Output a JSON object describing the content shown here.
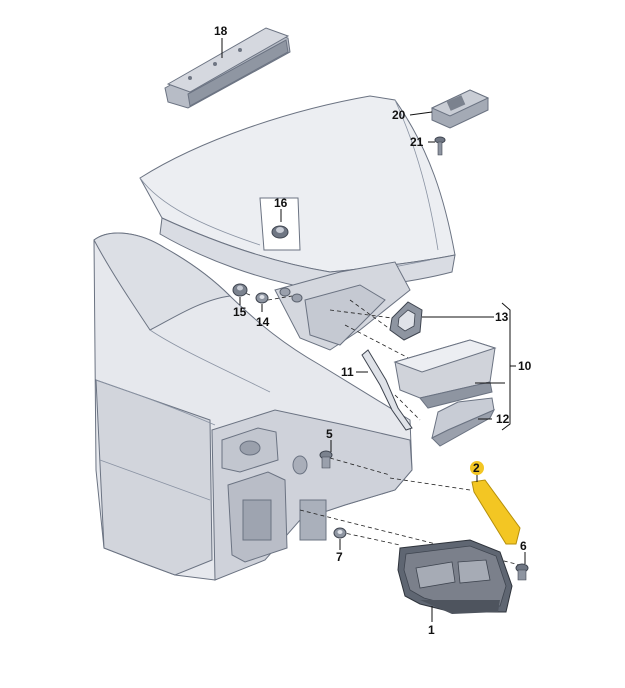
{
  "diagram": {
    "colors": {
      "body_light": "#f2f3f6",
      "body_mid": "#dfe2e8",
      "body_shade": "#c8ccd5",
      "part_dark": "#8e95a1",
      "part_darker": "#6f7683",
      "lens_red": "#7b808b",
      "highlight": "#f3c623",
      "line": "#111111"
    },
    "callouts": {
      "c1": "1",
      "c2": "2",
      "c5": "5",
      "c6": "6",
      "c7": "7",
      "c10": "10",
      "c11": "11",
      "c12": "12",
      "c13": "13",
      "c14": "14",
      "c15": "15",
      "c16": "16",
      "c18": "18",
      "c20": "20",
      "c21": "21"
    }
  }
}
